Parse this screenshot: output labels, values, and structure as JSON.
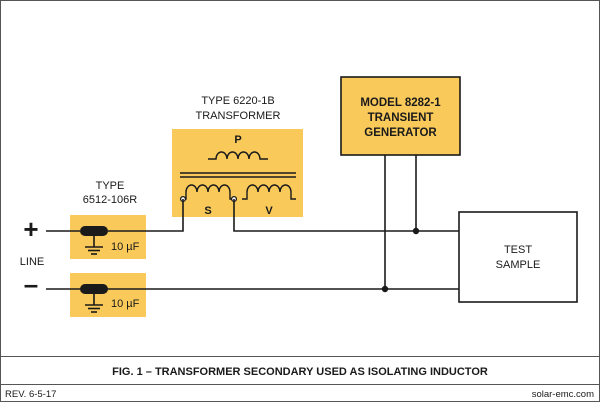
{
  "transformer": {
    "type_line1": "TYPE 6220-1B",
    "type_line2": "TRANSFORMER",
    "primary_label": "P",
    "secondary_label": "S",
    "tertiary_label": "V"
  },
  "capacitor_type": {
    "line1": "TYPE",
    "line2": "6512-106R"
  },
  "capacitor_top": {
    "value": "10 µF"
  },
  "capacitor_bottom": {
    "value": "10 µF"
  },
  "line": {
    "plus": "+",
    "label": "LINE",
    "minus": "–"
  },
  "generator": {
    "line1": "MODEL 8282-1",
    "line2": "TRANSIENT",
    "line3": "GENERATOR"
  },
  "test_sample": {
    "line1": "TEST",
    "line2": "SAMPLE"
  },
  "caption": "FIG. 1 – TRANSFORMER SECONDARY USED AS ISOLATING INDUCTOR",
  "footer": {
    "revision": "REV. 6-5-17",
    "website": "solar-emc.com"
  },
  "colors": {
    "amber": "#f9c95a",
    "ink": "#1a1a1a",
    "frame": "#555555"
  }
}
